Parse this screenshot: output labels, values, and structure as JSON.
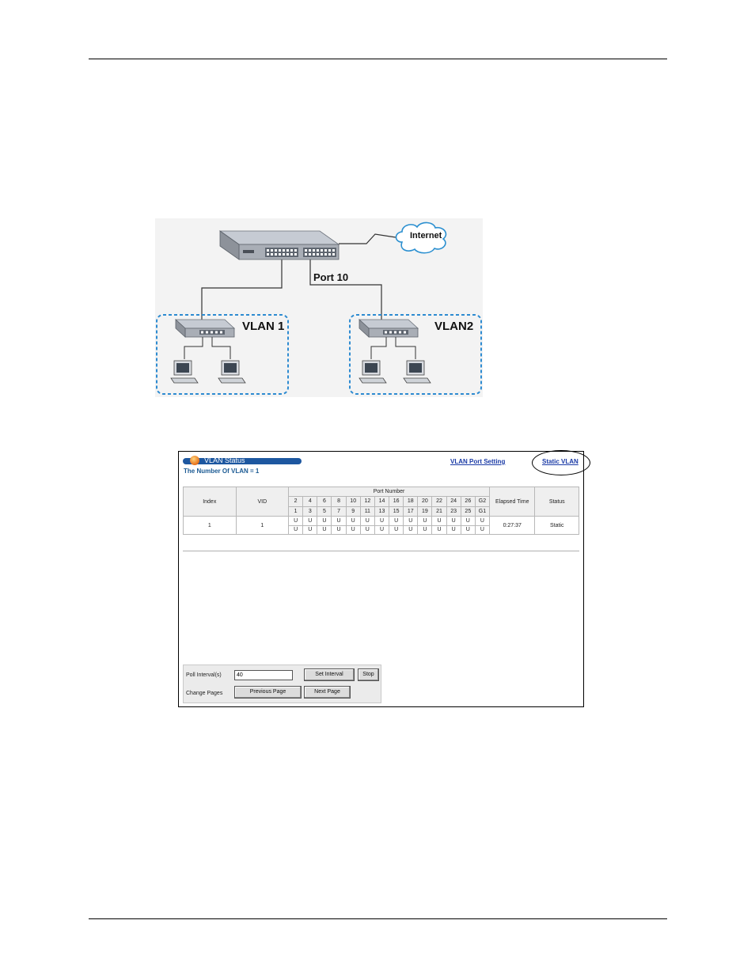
{
  "diagram": {
    "internet": "Internet",
    "port_label": "Port 10",
    "vlan1": "VLAN 1",
    "vlan2": "VLAN2"
  },
  "screenshot": {
    "title": "VLAN Status",
    "vlan_count": "The Number Of VLAN = 1",
    "links": {
      "port_setting": "VLAN Port Setting",
      "static_vlan": "Static VLAN"
    },
    "table": {
      "headers": {
        "index": "Index",
        "vid": "VID",
        "port_number": "Port Number",
        "elapsed": "Elapsed Time",
        "status": "Status"
      },
      "ports_row1": [
        "2",
        "4",
        "6",
        "8",
        "10",
        "12",
        "14",
        "16",
        "18",
        "20",
        "22",
        "24",
        "26",
        "G2"
      ],
      "ports_row2": [
        "1",
        "3",
        "5",
        "7",
        "9",
        "11",
        "13",
        "15",
        "17",
        "19",
        "21",
        "23",
        "25",
        "G1"
      ],
      "rows": [
        {
          "index": "1",
          "vid": "1",
          "ports_a": [
            "U",
            "U",
            "U",
            "U",
            "U",
            "U",
            "U",
            "U",
            "U",
            "U",
            "U",
            "U",
            "U",
            "U"
          ],
          "ports_b": [
            "U",
            "U",
            "U",
            "U",
            "U",
            "U",
            "U",
            "U",
            "U",
            "U",
            "U",
            "U",
            "U",
            "U"
          ],
          "elapsed": "0:27:37",
          "status": "Static"
        }
      ]
    },
    "controls": {
      "poll_label": "Poll Interval(s)",
      "poll_value": "40",
      "set_interval": "Set Interval",
      "stop": "Stop",
      "change_pages": "Change Pages",
      "previous_page": "Previous Page",
      "next_page": "Next Page"
    }
  }
}
